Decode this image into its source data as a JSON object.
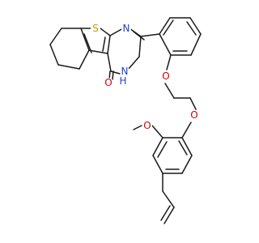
{
  "figure": {
    "kind": "chemical-structure",
    "background_color": "#ffffff",
    "bond_color": "#1a1a1a"
  },
  "atom_labels": {
    "sulfur": {
      "text": "S",
      "color": "#b8a200"
    },
    "ring_n_top": {
      "text": "N",
      "color": "#1f3fd6"
    },
    "ring_nh": {
      "text": "N",
      "h_text": "H",
      "color": "#1f3fd6"
    },
    "carbonyl_o": {
      "text": "O",
      "color": "#d20000"
    },
    "ether_o_1": {
      "text": "O",
      "color": "#d20000"
    },
    "ether_o_2": {
      "text": "O",
      "color": "#d20000"
    },
    "methoxy_o": {
      "text": "O",
      "color": "#d20000"
    }
  }
}
